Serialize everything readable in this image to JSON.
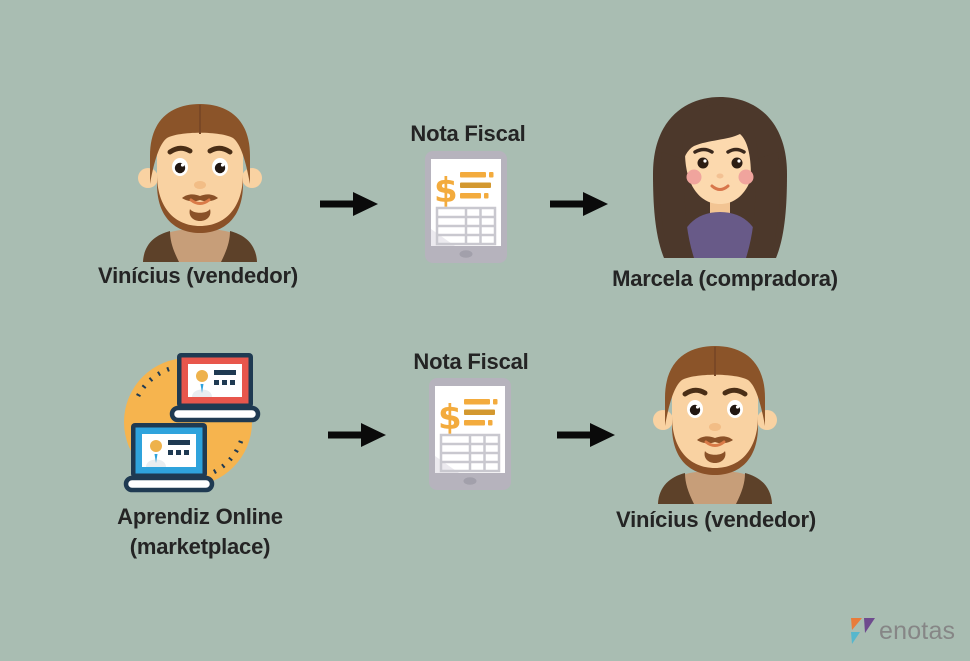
{
  "title": "Nota fiscal flow diagram (marketplace)",
  "rows": [
    {
      "source_label": "Vinícius (vendedor)",
      "document_label": "Nota Fiscal",
      "target_label": "Marcela (compradora)"
    },
    {
      "source_label_line1": "Aprendiz Online",
      "source_label_line2": "(marketplace)",
      "document_label": "Nota Fiscal",
      "target_label": "Vinícius (vendedor)"
    }
  ],
  "logo": {
    "text": "enotas"
  },
  "icons": {
    "man_avatar": "man-avatar-icon",
    "woman_avatar": "woman-avatar-icon",
    "invoice_tablet": "invoice-tablet-icon",
    "marketplace_laptops": "marketplace-laptops-icon",
    "arrow_right": "arrow-right-icon",
    "enotas_logo": "enotas-logo-icon"
  },
  "colors": {
    "background": "#a9bdb2",
    "text": "#242424",
    "arrow": "#0a0a0a",
    "invoice_accent": "#f3ab3d",
    "invoice_accent_dark": "#d3982f",
    "tablet_body": "#b6b3bd",
    "circle_orange": "#f6b44e",
    "navy_outline": "#1f3a52",
    "laptop_red": "#e8564c",
    "laptop_blue": "#2fa3dc",
    "sweater_purple": "#685a88",
    "vest_brown": "#5d4129",
    "shirt_tan": "#c79e79",
    "hair_brown": "#8b5429",
    "hair_dark_brown": "#4c382b",
    "skin": "#f9d2a2",
    "logo_text": "#868686",
    "logo_orange": "#e87b3a",
    "logo_purple": "#6e4a8e",
    "logo_teal": "#56b7cd"
  }
}
